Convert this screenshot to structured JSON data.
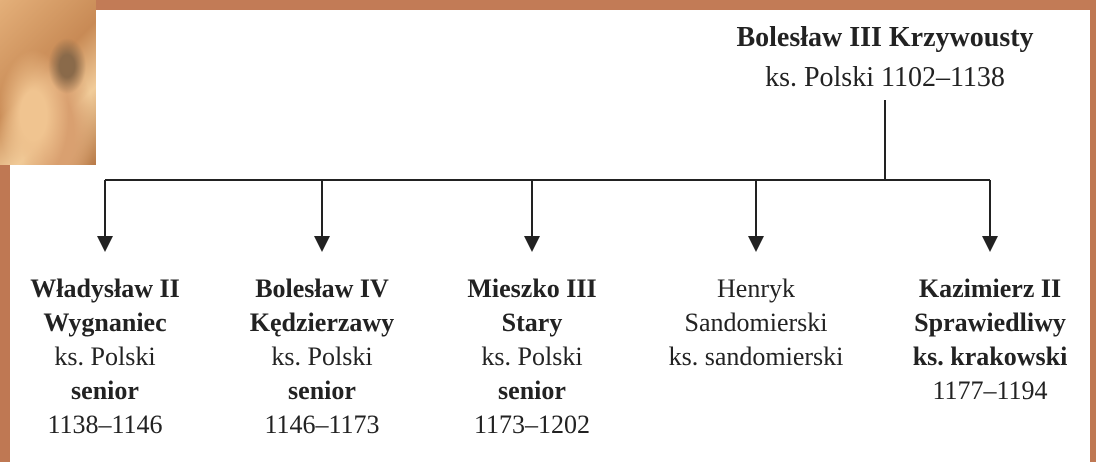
{
  "root": {
    "name": "Bolesław III Krzywousty",
    "title": "ks. Polski 1102–1138"
  },
  "children": [
    {
      "line1": "Władysław II",
      "line2": "Wygnaniec",
      "line3": "ks. Polski",
      "line4": "senior",
      "line5": "1138–1146"
    },
    {
      "line1": "Bolesław IV",
      "line2": "Kędzierzawy",
      "line3": "ks. Polski",
      "line4": "senior",
      "line5": "1146–1173"
    },
    {
      "line1": "Mieszko III",
      "line2": "Stary",
      "line3": "ks. Polski",
      "line4": "senior",
      "line5": "1173–1202"
    },
    {
      "line1": "Henryk",
      "line2": "Sandomierski",
      "line3": "ks. sandomierski"
    },
    {
      "line1": "Kazimierz II",
      "line2": "Sprawiedliwy",
      "line3": "ks. krakowski",
      "line4": "1177–1194"
    }
  ],
  "colors": {
    "frame": "#c17a55",
    "background": "#ffffff",
    "text": "#222222",
    "lines": "#222222"
  }
}
